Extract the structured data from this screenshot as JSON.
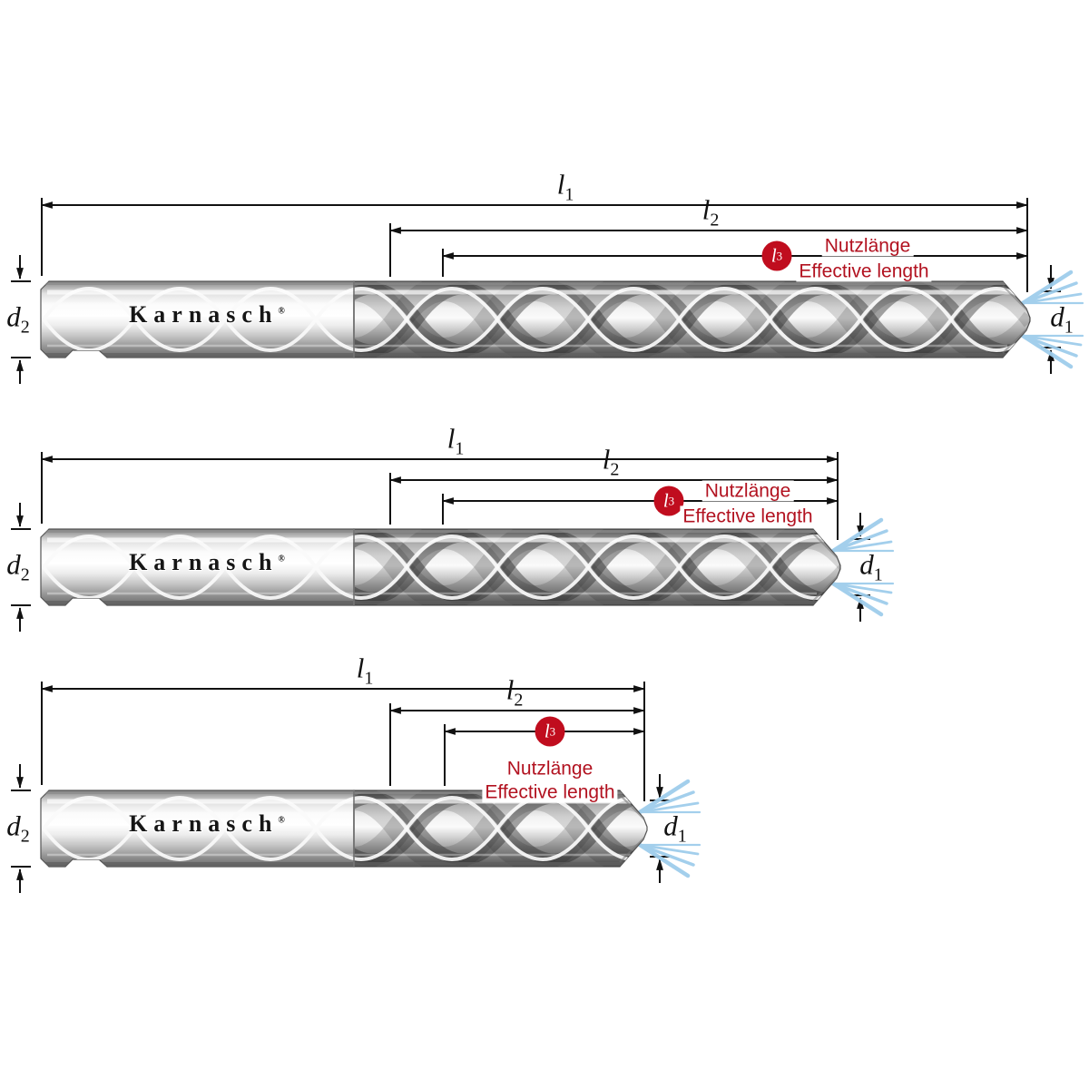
{
  "diagram": {
    "brand": {
      "name": "Karnasch",
      "registered_mark": "®"
    },
    "labels": {
      "l1": {
        "base": "l",
        "sub": "1"
      },
      "l2": {
        "base": "l",
        "sub": "2"
      },
      "l3": {
        "base": "l",
        "sub": "3"
      },
      "d1": {
        "base": "d",
        "sub": "1"
      },
      "d2": {
        "base": "d",
        "sub": "2"
      }
    },
    "effective_length": {
      "de": "Nutzlänge",
      "en": "Effective length"
    },
    "colors": {
      "accent_red": "#c00d1e",
      "text_red": "#b21220",
      "dimension_black": "#111111",
      "coolant_blue": "#9fcdec",
      "background": "#ffffff"
    }
  }
}
